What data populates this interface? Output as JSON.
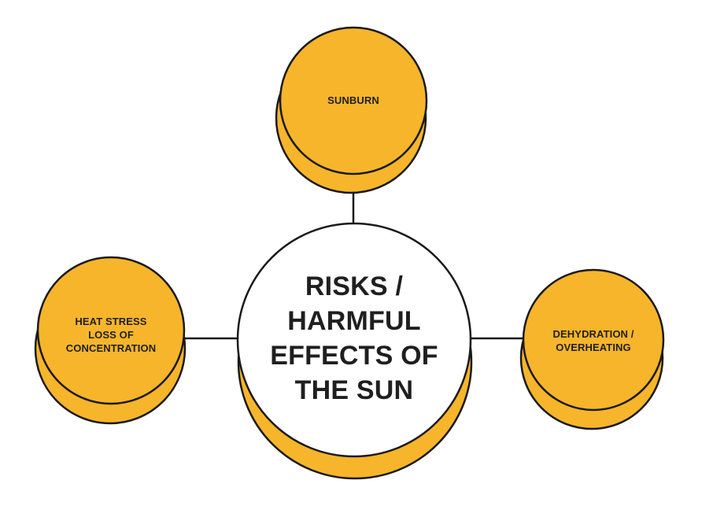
{
  "center": {
    "lines": [
      "RISKS /",
      "HARMFUL",
      "EFFECTS OF",
      "THE SUN"
    ]
  },
  "nodes": {
    "top": {
      "lines": [
        "SUNBURN"
      ]
    },
    "left": {
      "lines": [
        "HEAT STRESS",
        "LOSS OF",
        "CONCENTRATION"
      ]
    },
    "right": {
      "lines": [
        "DEHYDRATION /",
        "OVERHEATING"
      ]
    }
  },
  "colors": {
    "node_fill": "#F7B52B",
    "center_fill": "#FFFFFF",
    "outline": "#1A1A1A",
    "text": "#1F1F1F"
  }
}
